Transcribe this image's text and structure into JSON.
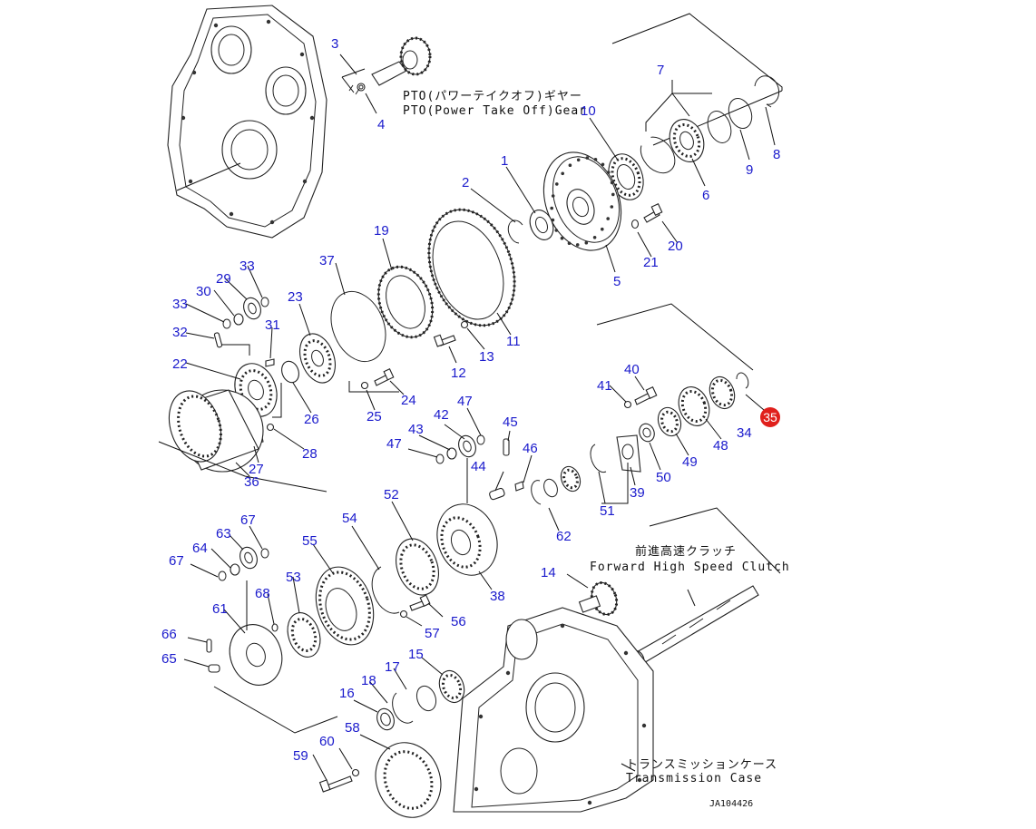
{
  "diagram": {
    "captions": {
      "pto_jp": "PTO(パワーテイクオフ)ギヤー",
      "pto_en": "PTO(Power Take Off)Gear",
      "fwd_jp": "前進高速クラッチ",
      "fwd_en": "Forward High Speed Clutch",
      "case_jp": "トランスミッションケース",
      "case_en": "Transmission Case"
    },
    "drawing_code": "JA104426",
    "highlight_color": "#e0201c",
    "label_color": "#1a1acc",
    "part_numbers": [
      "1",
      "2",
      "3",
      "4",
      "5",
      "6",
      "7",
      "8",
      "9",
      "10",
      "11",
      "12",
      "13",
      "14",
      "15",
      "16",
      "17",
      "18",
      "19",
      "20",
      "21",
      "22",
      "23",
      "24",
      "25",
      "26",
      "27",
      "28",
      "29",
      "30",
      "31",
      "32",
      "33",
      "33",
      "34",
      "35",
      "36",
      "37",
      "38",
      "39",
      "40",
      "41",
      "42",
      "43",
      "44",
      "45",
      "46",
      "47",
      "47",
      "48",
      "49",
      "50",
      "51",
      "52",
      "53",
      "54",
      "55",
      "56",
      "57",
      "58",
      "59",
      "60",
      "61",
      "62",
      "63",
      "64",
      "65",
      "66",
      "67",
      "67",
      "68"
    ],
    "highlighted_part": "35"
  }
}
